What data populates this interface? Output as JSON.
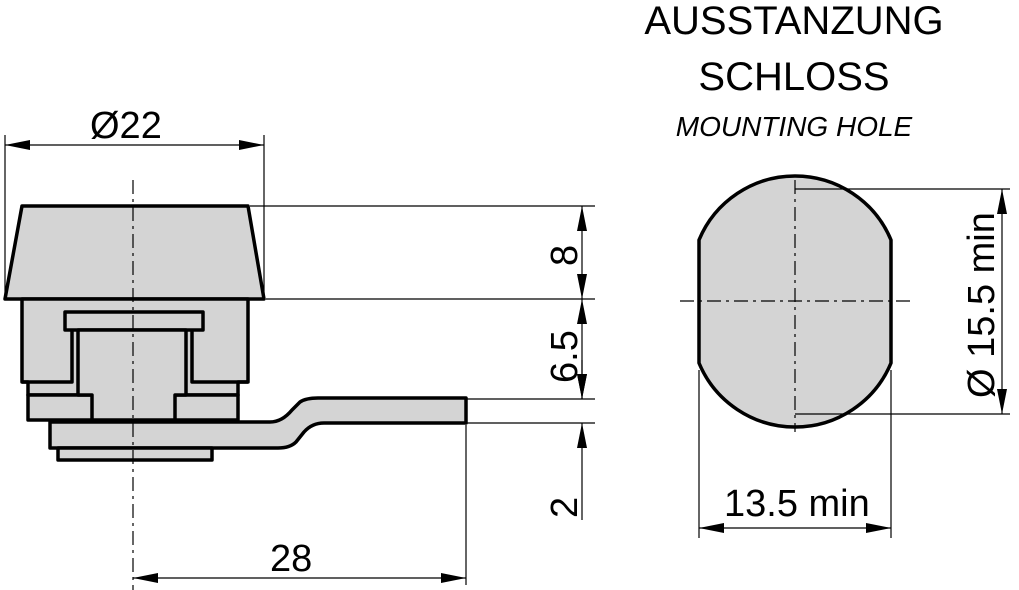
{
  "titles": {
    "line1": "AUSSTANZUNG",
    "line2": "SCHLOSS",
    "line3": "MOUNTING HOLE"
  },
  "dimensions": {
    "diameter_22": "Ø22",
    "height_8": "8",
    "height_6_5": "6.5",
    "thickness_2": "2",
    "length_28": "28",
    "hole_diameter": "Ø 15.5 min",
    "hole_width": "13.5 min"
  }
}
